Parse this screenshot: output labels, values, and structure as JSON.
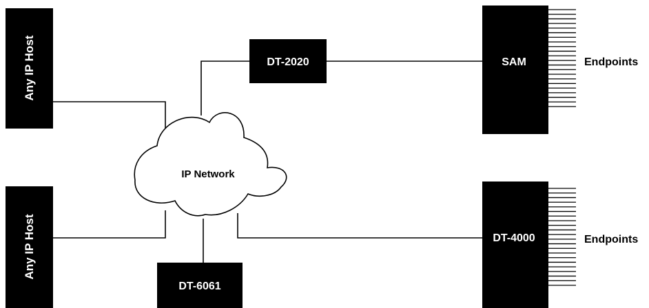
{
  "hosts": [
    {
      "label": "Any IP Host"
    },
    {
      "label": "Any IP Host"
    }
  ],
  "network": {
    "label": "IP Network"
  },
  "devices": {
    "dt2020": {
      "label": "DT-2020"
    },
    "dt6061": {
      "label": "DT-6061"
    },
    "sam": {
      "label": "SAM"
    },
    "dt4000": {
      "label": "DT-4000"
    }
  },
  "endpoints": [
    {
      "label": "Endpoints"
    },
    {
      "label": "Endpoints"
    }
  ],
  "colors": {
    "block": "#000000",
    "block_text": "#ffffff",
    "line": "#000000",
    "cloud_fill": "#ffffff"
  }
}
